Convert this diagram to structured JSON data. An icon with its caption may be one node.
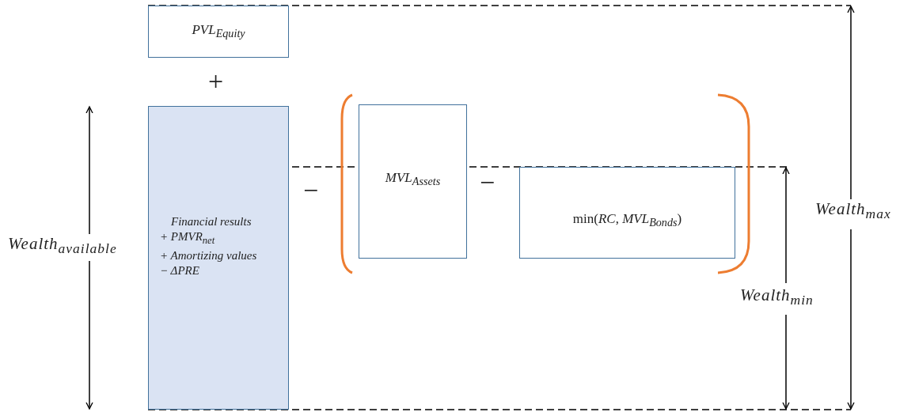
{
  "diagram": {
    "nodes": [
      {
        "text": [
          "PVL$_{Equity}$"
        ]
      },
      {
        "text": [
          "Financial results",
          "+ PMVR$_{net}$",
          "+ Amortizing values",
          "− ΔPRE"
        ]
      },
      {
        "text": [
          "MVL$_{Assets}$"
        ]
      },
      {
        "text": [
          "min(*RC*, *MVL*$_{Bonds}$)"
        ]
      }
    ],
    "labels": [
      "+",
      "−",
      "−",
      "Wealth$_{available}$",
      "Wealth$_{max}$",
      "Wealth$_{min}$"
    ]
  }
}
